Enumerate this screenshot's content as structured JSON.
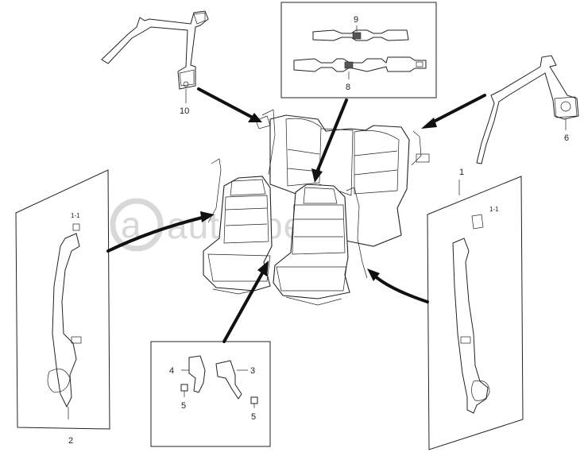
{
  "callouts": {
    "c1": "1",
    "c1_1_right": "1-1",
    "c1_1_left": "1-1",
    "c2": "2",
    "c3": "3",
    "c4": "4",
    "c5a": "5",
    "c5b": "5",
    "c6": "6",
    "c8": "8",
    "c9": "9",
    "c10": "10"
  },
  "watermark": {
    "text": "autoeper.ru"
  }
}
